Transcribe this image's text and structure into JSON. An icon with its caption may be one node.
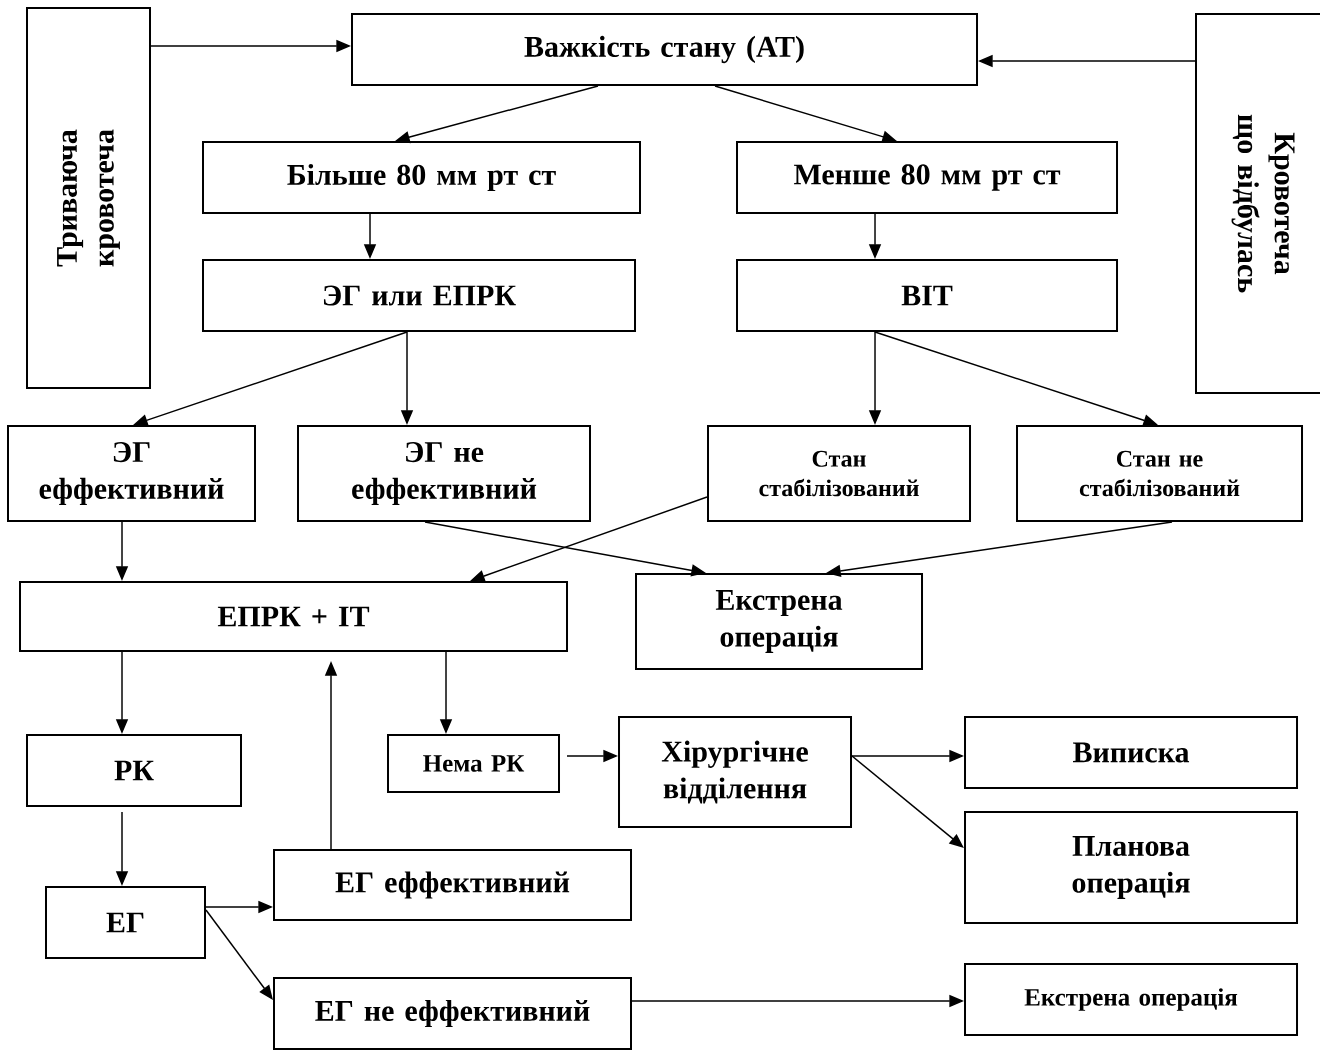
{
  "diagram": {
    "nodes": [
      {
        "text": [
          "Триваюча кровотеча"
        ]
      },
      {
        "text": [
          "Важкість стану (АТ)"
        ]
      },
      {
        "text": [
          "Кровотеча що відбулась"
        ]
      },
      {
        "text": [
          "Більше 80 мм рт ст"
        ]
      },
      {
        "text": [
          "Менше 80 мм рт ст"
        ]
      },
      {
        "text": [
          "ЭГ или ЕПРК"
        ]
      },
      {
        "text": [
          "ВІТ"
        ]
      },
      {
        "text": [
          "ЭГ еффективний"
        ]
      },
      {
        "text": [
          "ЭГ не еффективний"
        ]
      },
      {
        "text": [
          "Стан стабілізований"
        ]
      },
      {
        "text": [
          "Стан не стабілізований"
        ]
      },
      {
        "text": [
          "ЕПРК + ІТ"
        ]
      },
      {
        "text": [
          "Екстрена операція"
        ]
      },
      {
        "text": [
          "РК"
        ]
      },
      {
        "text": [
          "Нема РК"
        ]
      },
      {
        "text": [
          "Хірургічне відділення"
        ]
      },
      {
        "text": [
          "Виписка"
        ]
      },
      {
        "text": [
          "Планова операція"
        ]
      },
      {
        "text": [
          "ЕГ"
        ]
      },
      {
        "text": [
          "ЕГ еффективний"
        ]
      },
      {
        "text": [
          "ЕГ не еффективний"
        ]
      },
      {
        "text": [
          "Екстрена операція"
        ]
      }
    ],
    "edges": [
      {
        "from": 0,
        "to": 1,
        "arrow": "to"
      },
      {
        "from": 2,
        "to": 1,
        "arrow": "to"
      },
      {
        "from": 1,
        "to": 3,
        "arrow": "to"
      },
      {
        "from": 1,
        "to": 4,
        "arrow": "to"
      },
      {
        "from": 3,
        "to": 5,
        "arrow": "to"
      },
      {
        "from": 4,
        "to": 6,
        "arrow": "to"
      },
      {
        "from": 5,
        "to": 7,
        "arrow": "to"
      },
      {
        "from": 5,
        "to": 8,
        "arrow": "to"
      },
      {
        "from": 6,
        "to": 9,
        "arrow": "to"
      },
      {
        "from": 6,
        "to": 10,
        "arrow": "to"
      },
      {
        "from": 7,
        "to": 11,
        "arrow": "to"
      },
      {
        "from": 9,
        "to": 11,
        "arrow": "to"
      },
      {
        "from": 8,
        "to": 12,
        "arrow": "to"
      },
      {
        "from": 10,
        "to": 12,
        "arrow": "to"
      },
      {
        "from": 11,
        "to": 13,
        "arrow": "to"
      },
      {
        "from": 11,
        "to": 14,
        "arrow": "to"
      },
      {
        "from": 14,
        "to": 15,
        "arrow": "to"
      },
      {
        "from": 15,
        "to": 16,
        "arrow": "to"
      },
      {
        "from": 15,
        "to": 17,
        "arrow": "to"
      },
      {
        "from": 13,
        "to": 18,
        "arrow": "to"
      },
      {
        "from": 18,
        "to": 19,
        "arrow": "to"
      },
      {
        "from": 18,
        "to": 20,
        "arrow": "to"
      },
      {
        "from": 19,
        "to": 11,
        "arrow": "to"
      },
      {
        "from": 20,
        "to": 21,
        "arrow": "to"
      }
    ]
  }
}
